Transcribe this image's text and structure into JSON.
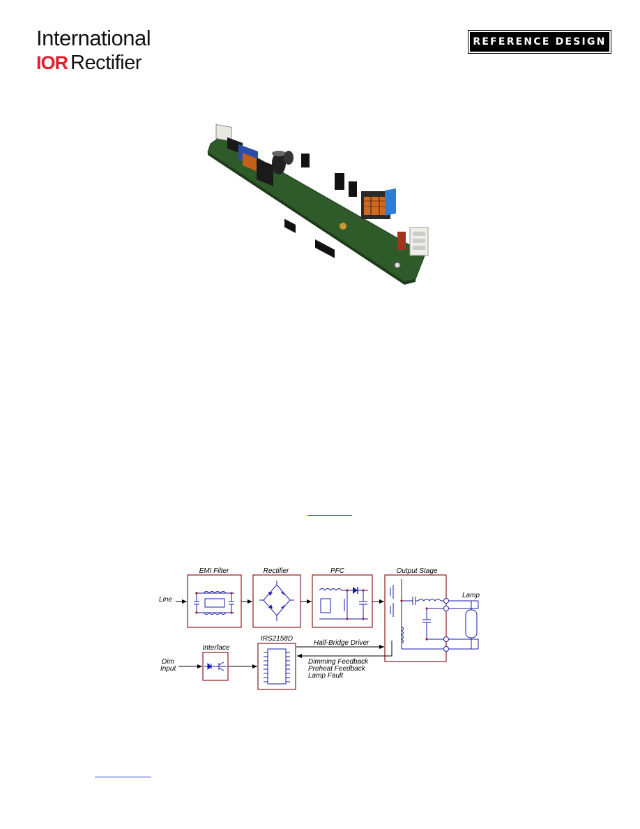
{
  "header": {
    "logo_line1": "International",
    "logo_mark": "IOR",
    "logo_line2": "Rectifier",
    "badge": "REFERENCE DESIGN"
  },
  "photo": {
    "icon": "pcb-board-photo"
  },
  "diagram": {
    "blocks": {
      "emi": "EMI Filter",
      "rectifier": "Rectifier",
      "pfc": "PFC",
      "output": "Output Stage",
      "interface": "Interface",
      "ic": "IRS2158D"
    },
    "labels": {
      "line": "Line",
      "lamp": "Lamp",
      "dim1": "Dim",
      "dim2": "Input",
      "half_bridge": "Half-Bridge Driver",
      "fb1": "Dimming Feedback",
      "fb2": "Preheat Feedback",
      "fb3": "Lamp Fault"
    },
    "colors": {
      "box": "#8b1a1a",
      "circuit": "#1a1aa8",
      "arrow": "#000000"
    }
  }
}
